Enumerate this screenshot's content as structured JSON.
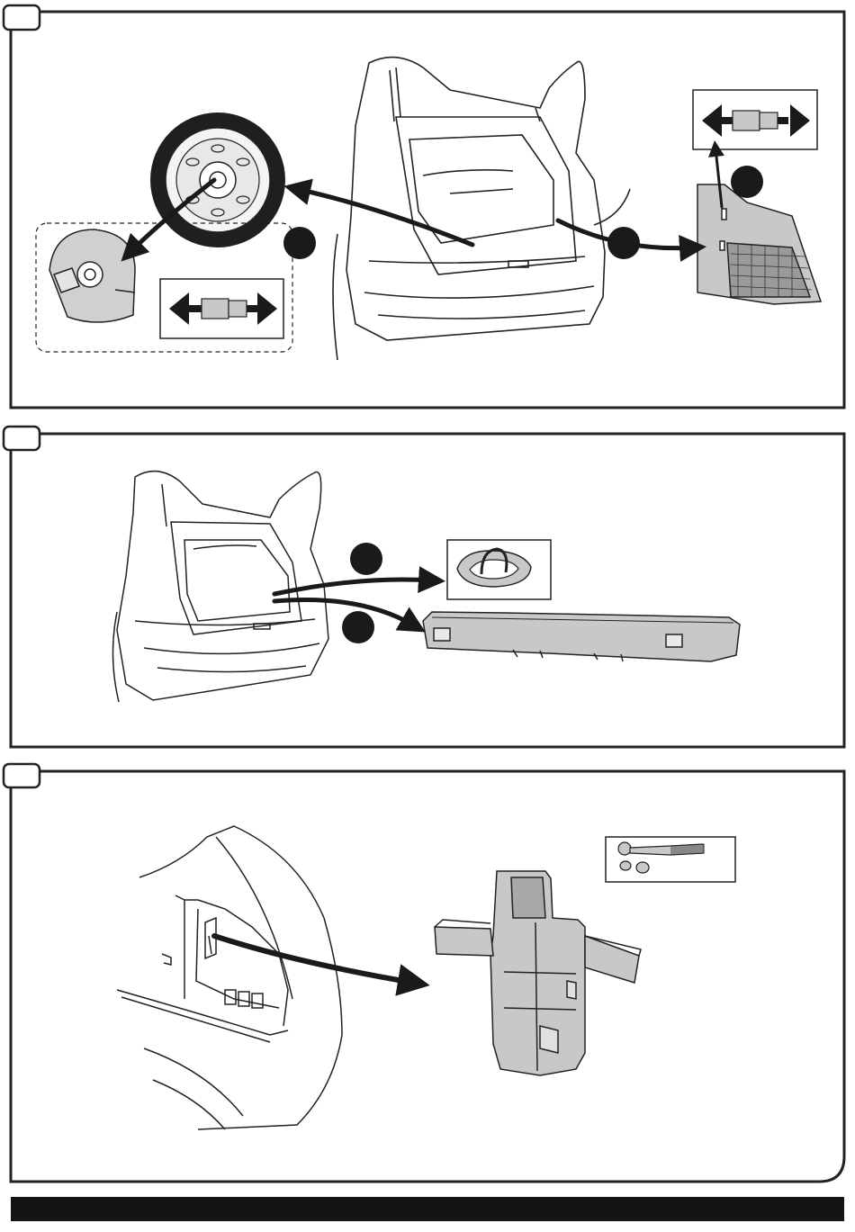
{
  "colors": {
    "stroke": "#222222",
    "panel_fill": "#ffffff",
    "part_gray": "#c8c8c8",
    "part_gray_dark": "#a9a9a9",
    "marker": "#1a1a1a",
    "footer_bar": "#141414"
  },
  "steps": [
    {
      "icon": "step-number-tab"
    },
    {
      "icon": "step-number-tab"
    },
    {
      "icon": "step-number-tab"
    }
  ],
  "icons": [
    "spare-wheel-icon",
    "wheel-well-tray-icon",
    "remove-arrows-icon",
    "side-trim-panel-icon",
    "lashing-eye-icon",
    "sill-trim-panel-icon",
    "bracket-part-icon",
    "ratchet-tool-icon"
  ]
}
